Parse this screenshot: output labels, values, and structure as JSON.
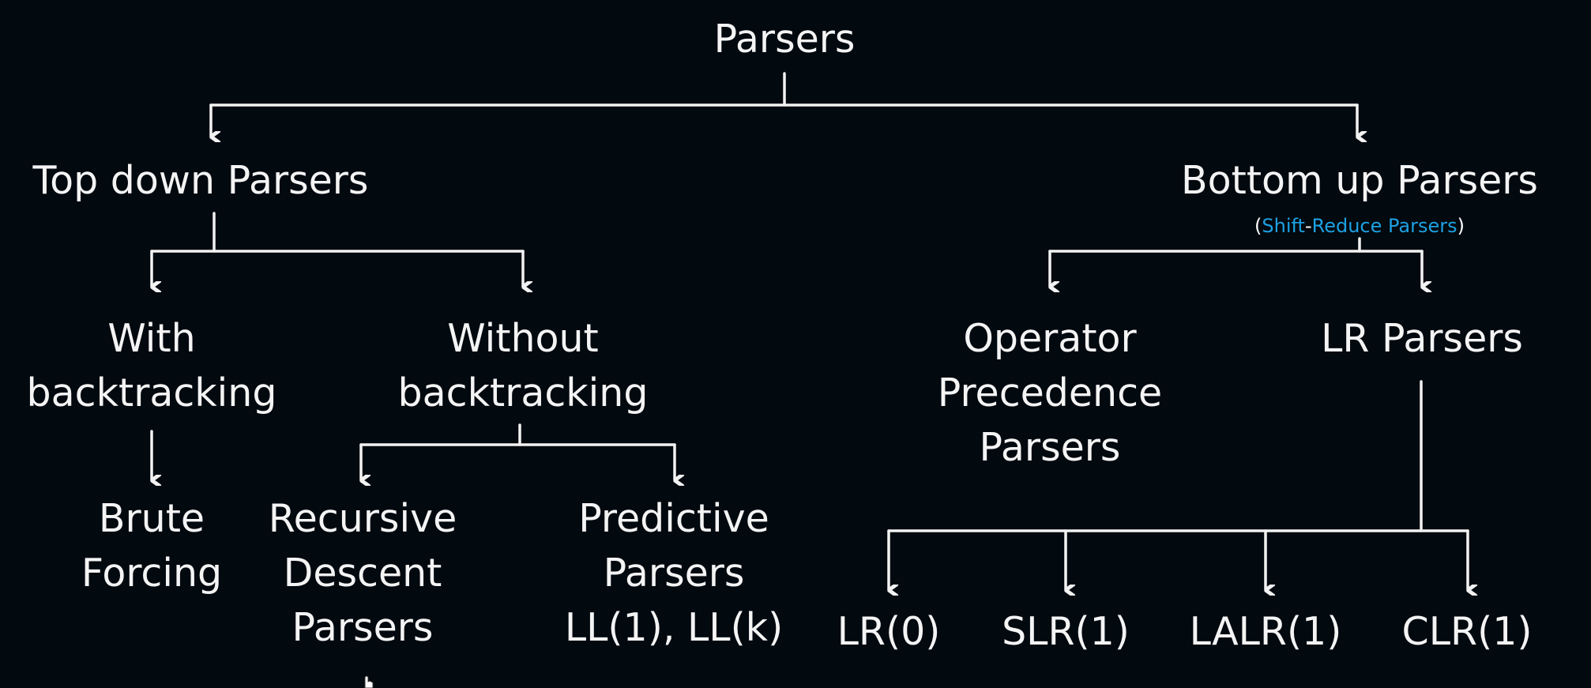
{
  "diagram": {
    "root": "Parsers",
    "top_down": "Top down Parsers",
    "bottom_up": "Bottom up Parsers",
    "bottom_up_note": {
      "open": "(",
      "shift": "Shift",
      "dash": "-",
      "reduce": "Reduce Parsers",
      "close": ")"
    },
    "with_bt": {
      "line1": "With",
      "line2": "backtracking"
    },
    "without_bt": {
      "line1": "Without",
      "line2": "backtracking"
    },
    "brute": {
      "line1": "Brute",
      "line2": "Forcing"
    },
    "recursive": {
      "line1": "Recursive",
      "line2": "Descent",
      "line3": "Parsers"
    },
    "predictive": {
      "line1": "Predictive",
      "line2": "Parsers",
      "line3": "LL(1), LL(k)"
    },
    "operator": {
      "line1": "Operator",
      "line2": "Precedence",
      "line3": "Parsers"
    },
    "lr_parsers": "LR Parsers",
    "lr_variants": [
      "LR(0)",
      "SLR(1)",
      "LALR(1)",
      "CLR(1)"
    ],
    "colors": {
      "background": "#02090f",
      "text": "#f4f4f4",
      "accent": "#1da1e2"
    }
  }
}
